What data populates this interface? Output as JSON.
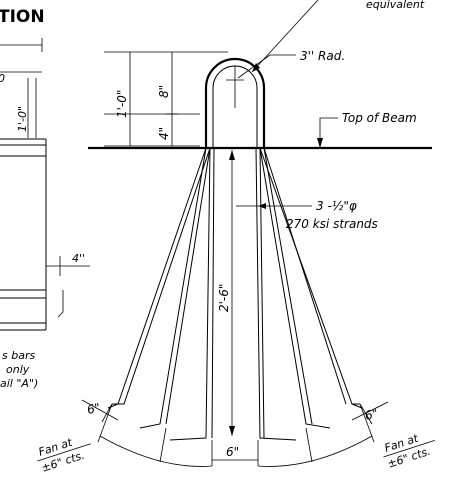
{
  "section_title": "TION",
  "labels": {
    "equivalent": "equivalent",
    "radius": "3'' Rad.",
    "top_of_beam": "Top of Beam",
    "strands_line1": "3 -½\"φ",
    "strands_line2": "270 ksi strands",
    "dim_1_0": "1'-0\"",
    "dim_8": "8\"",
    "dim_4_vert": "4\"",
    "dim_2_6": "2'-6\"",
    "dim_6_center": "6\"",
    "dim_6_left": "6\"",
    "dim_6_right": "6\"",
    "fan_left_line1": "Fan at",
    "fan_left_line2": "±6\" cts.",
    "fan_right_line1": "Fan at",
    "fan_right_line2": "±6\" cts.",
    "left_dim_1_0": "1'-0\"",
    "left_dim_0": "0",
    "left_dim_4": "4''",
    "note_line1": "s bars",
    "note_line2": "only",
    "note_line3": "ail \"A\")"
  }
}
